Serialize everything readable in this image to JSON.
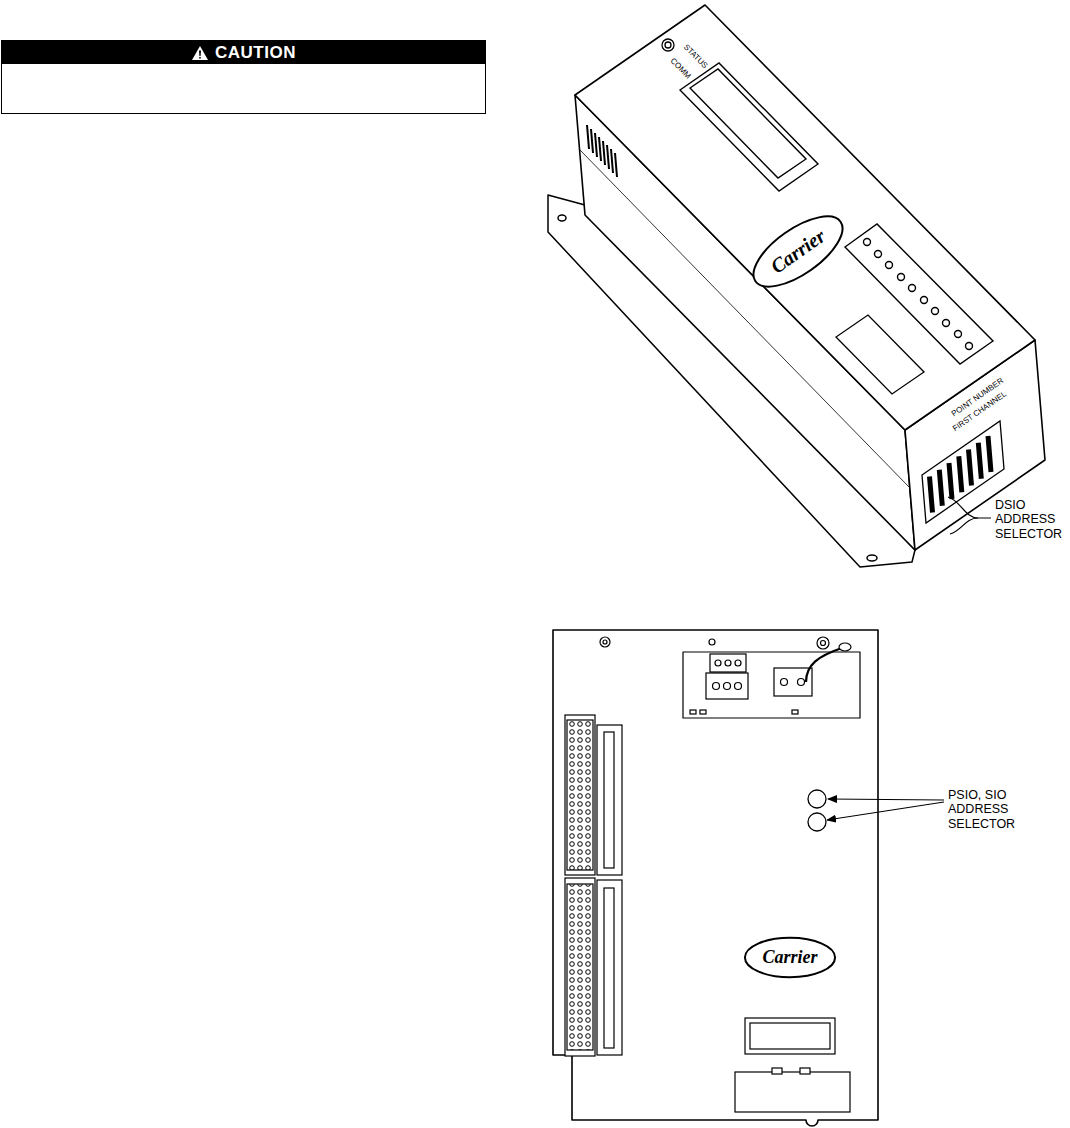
{
  "diagram": {
    "nodes": [
      {
        "text": [
          "CAUTION"
        ]
      },
      {
        "text": [
          "Carrier"
        ]
      },
      {
        "text": [
          "Carrier"
        ]
      }
    ],
    "labels": [
      "STATUS",
      "COMM",
      "POINT NUMBER",
      "FIRST CHANNEL",
      "DSIO ADDRESS SELECTOR",
      "PSIO, SIO ADDRESS SELECTOR"
    ]
  }
}
